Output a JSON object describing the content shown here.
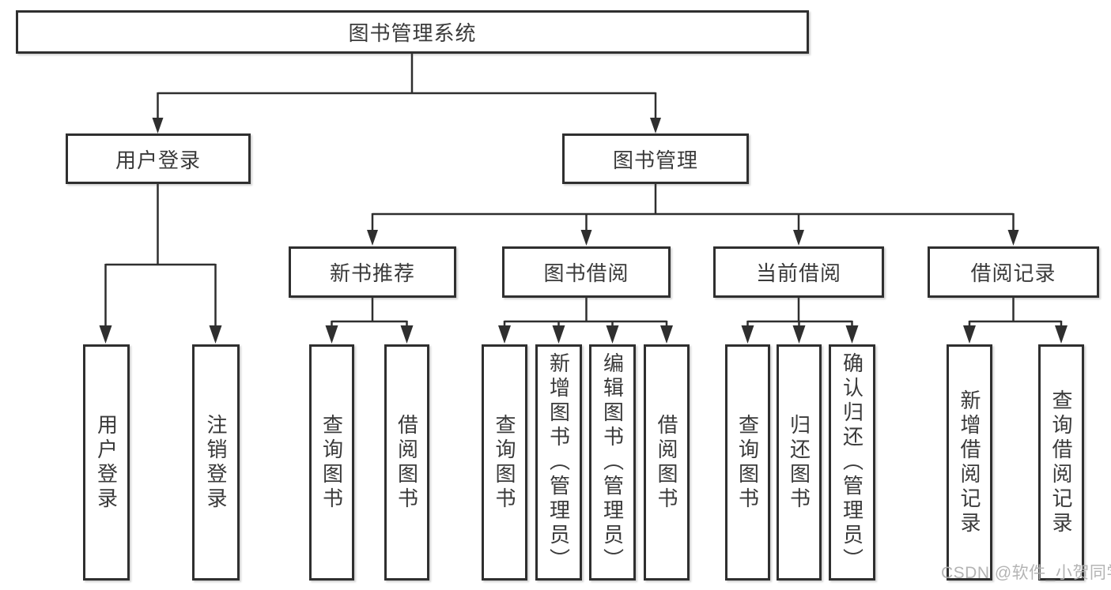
{
  "diagram": {
    "title": "图书管理系统",
    "type": "hierarchy-tree",
    "root": {
      "label": "图书管理系统"
    },
    "level2": [
      {
        "id": "user-login",
        "label": "用户登录"
      },
      {
        "id": "book-management",
        "label": "图书管理"
      }
    ],
    "level3": [
      {
        "id": "new-book-recommend",
        "label": "新书推荐",
        "parent": "图书管理"
      },
      {
        "id": "book-borrow",
        "label": "图书借阅",
        "parent": "图书管理"
      },
      {
        "id": "current-borrow",
        "label": "当前借阅",
        "parent": "图书管理"
      },
      {
        "id": "borrow-records",
        "label": "借阅记录",
        "parent": "图书管理"
      }
    ],
    "leaves": {
      "user_login": [
        "用户登录",
        "注销登录"
      ],
      "new_books": [
        "查询图书",
        "借阅图书"
      ],
      "book_borrow": [
        "查询图书",
        "新增图书（管理员）",
        "编辑图书（管理员）",
        "借阅图书"
      ],
      "current_borrow": [
        "查询图书",
        "归还图书",
        "确认归还（管理员）"
      ],
      "borrow_records": [
        "新增借阅记录",
        "查询借阅记录"
      ]
    }
  },
  "watermark": "CSDN @软件_小贺同学",
  "colors": {
    "line": "#2f2f2f",
    "text": "#3a3a3a",
    "box_background": "#ffffff",
    "watermark": "#b0b0b0",
    "background": "#ffffff"
  }
}
